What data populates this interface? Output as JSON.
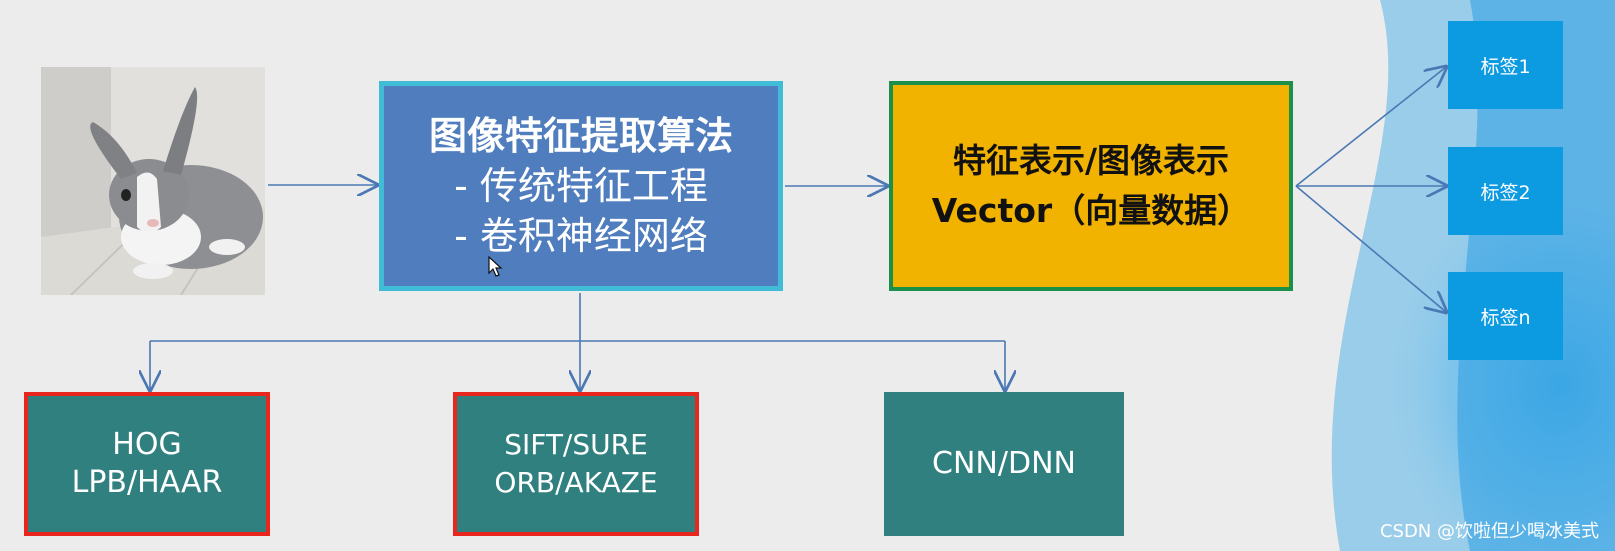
{
  "algorithm": {
    "title": "图像特征提取算法",
    "item1": "- 传统特征工程",
    "item2": "- 卷积神经网络"
  },
  "representation": {
    "line1": "特征表示/图像表示",
    "line2": "Vector（向量数据）"
  },
  "features": {
    "hog": {
      "line1": "HOG",
      "line2": "LPB/HAAR"
    },
    "sift": {
      "line1": "SIFT/SURE",
      "line2": "ORB/AKAZE"
    },
    "cnn": {
      "line1": "CNN/DNN"
    }
  },
  "labels": [
    "标签1",
    "标签2",
    "标签n"
  ],
  "watermark": "CSDN @饮啦但少喝冰美式",
  "colors": {
    "algo_fill": "#4f7dbd",
    "algo_border": "#40bcd6",
    "vector_fill": "#f2b200",
    "vector_border": "#1c8f4a",
    "feature_fill": "#318080",
    "highlight_border": "#e8261e",
    "label_fill": "#0c9ae0",
    "arrow": "#4a78b4"
  },
  "icons": {
    "photo": "rabbit-photo",
    "pointer": "mouse-cursor-icon"
  }
}
